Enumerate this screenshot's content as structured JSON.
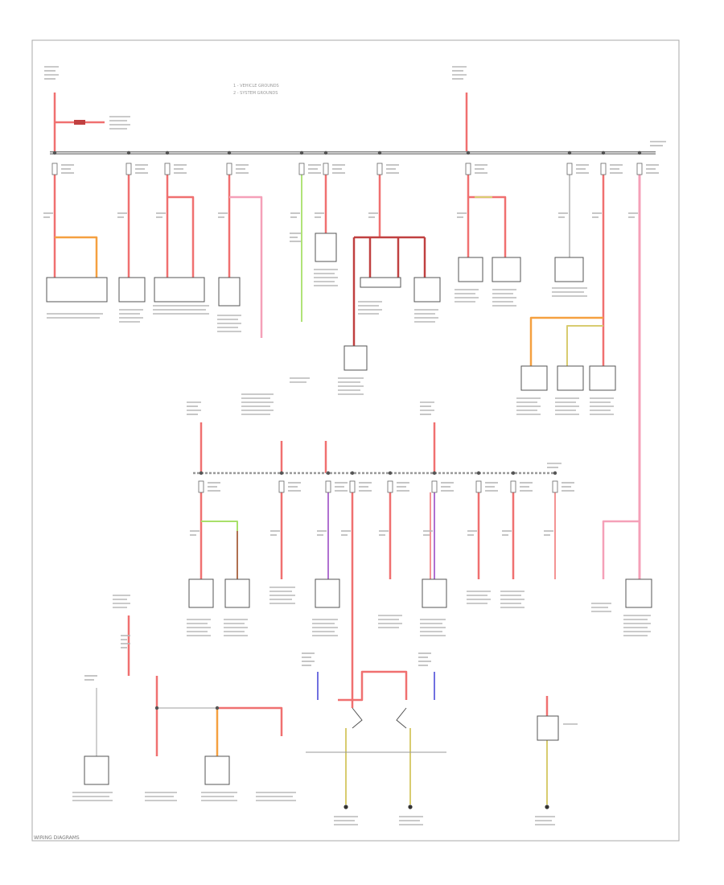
{
  "legend": {
    "line1": "1 - VEHICLE GROUNDS",
    "line2": "2 - SYSTEM GROUNDS"
  },
  "footer": {
    "code": "WIRING DIAGRAMS"
  },
  "wire_colors": {
    "red": "#f07070",
    "pink": "#f5a0b8",
    "orange": "#f5a040",
    "green": "#a8e06a",
    "purple": "#b070d0",
    "blue": "#7070e0",
    "brown": "#b07050",
    "dark_red": "#c04040",
    "yellow": "#d8cc70",
    "gray": "#b0b0b0"
  }
}
